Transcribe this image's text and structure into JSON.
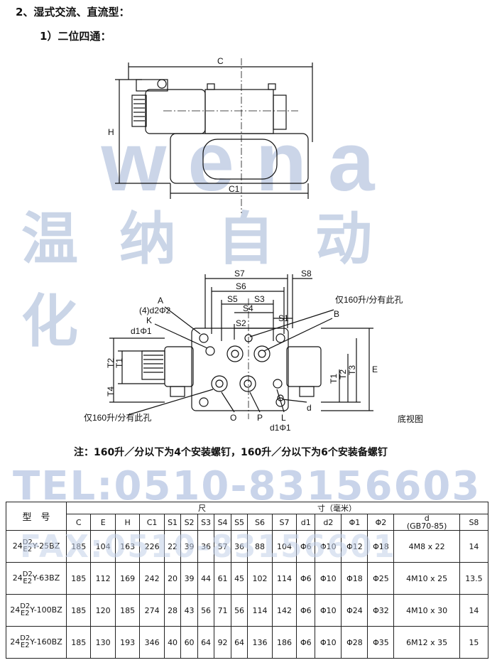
{
  "heading": "2、湿式交流、直流型：",
  "subheading": "1）二位四通：",
  "watermark": {
    "brand_word": "wena",
    "brand_cn": "温纳自动化",
    "tel": "TEL:0510-83156603",
    "fax": "FAX:0510-83156601"
  },
  "drawing_top": {
    "labels": {
      "C": "C",
      "H": "H",
      "C1": "C1"
    }
  },
  "drawing_bottom": {
    "labels": {
      "S7": "S7",
      "S8": "S8",
      "S6": "S6",
      "S5": "S5",
      "S3": "S3",
      "S4": "S4",
      "S2": "S2",
      "S1": "S1",
      "A": "A",
      "d2": "(4)d2Φ2",
      "K": "K",
      "d1": "d1Φ1",
      "B": "B",
      "note_top": "仅160升/分有此孔",
      "note_bottom": "仅160升/分有此孔",
      "T2": "T2",
      "T1": "T1",
      "T4": "T4",
      "T1r": "T1",
      "T2r": "T2",
      "T3": "T3",
      "E": "E",
      "O": "O",
      "P": "P",
      "L": "L",
      "d": "d",
      "d1b": "d1Φ1",
      "view": "底视图"
    }
  },
  "note": "注：160升／分以下为4个安装螺钉，160升／分以下为6个安装备螺钉",
  "table": {
    "model_header": "型　号",
    "group_header_left": "尺",
    "group_header_right": "寸（毫米）",
    "columns": [
      "C",
      "E",
      "H",
      "C1",
      "S1",
      "S2",
      "S3",
      "S4",
      "S5",
      "S6",
      "S7",
      "d1",
      "d2",
      "Φ1",
      "Φ2",
      "d",
      "S8"
    ],
    "d_sub": "(GB70-85)",
    "rows": [
      {
        "model": {
          "prefix": "24",
          "top": "D2",
          "bottom": "E2",
          "suffix": "Y-25BZ"
        },
        "values": [
          "185",
          "104",
          "163",
          "226",
          "22",
          "39",
          "36",
          "57",
          "36",
          "88",
          "104",
          "Φ6",
          "Φ10",
          "Φ12",
          "Φ18",
          "4M8 x 22",
          "14"
        ]
      },
      {
        "model": {
          "prefix": "24",
          "top": "D2",
          "bottom": "E2",
          "suffix": "Y-63BZ"
        },
        "values": [
          "185",
          "112",
          "169",
          "242",
          "20",
          "39",
          "44",
          "61",
          "45",
          "102",
          "114",
          "Φ6",
          "Φ10",
          "Φ18",
          "Φ25",
          "4M10 x 25",
          "13.5"
        ]
      },
      {
        "model": {
          "prefix": "24",
          "top": "D2",
          "bottom": "E2",
          "suffix": "Y-100BZ"
        },
        "values": [
          "185",
          "120",
          "185",
          "274",
          "28",
          "43",
          "56",
          "71",
          "56",
          "114",
          "142",
          "Φ6",
          "Φ10",
          "Φ24",
          "Φ32",
          "4M10 x 30",
          "14"
        ]
      },
      {
        "model": {
          "prefix": "24",
          "top": "D2",
          "bottom": "E2",
          "suffix": "Y-160BZ"
        },
        "values": [
          "185",
          "130",
          "193",
          "346",
          "40",
          "60",
          "64",
          "92",
          "64",
          "136",
          "186",
          "Φ6",
          "Φ10",
          "Φ28",
          "Φ35",
          "6M12 x 35",
          "15"
        ]
      }
    ]
  }
}
